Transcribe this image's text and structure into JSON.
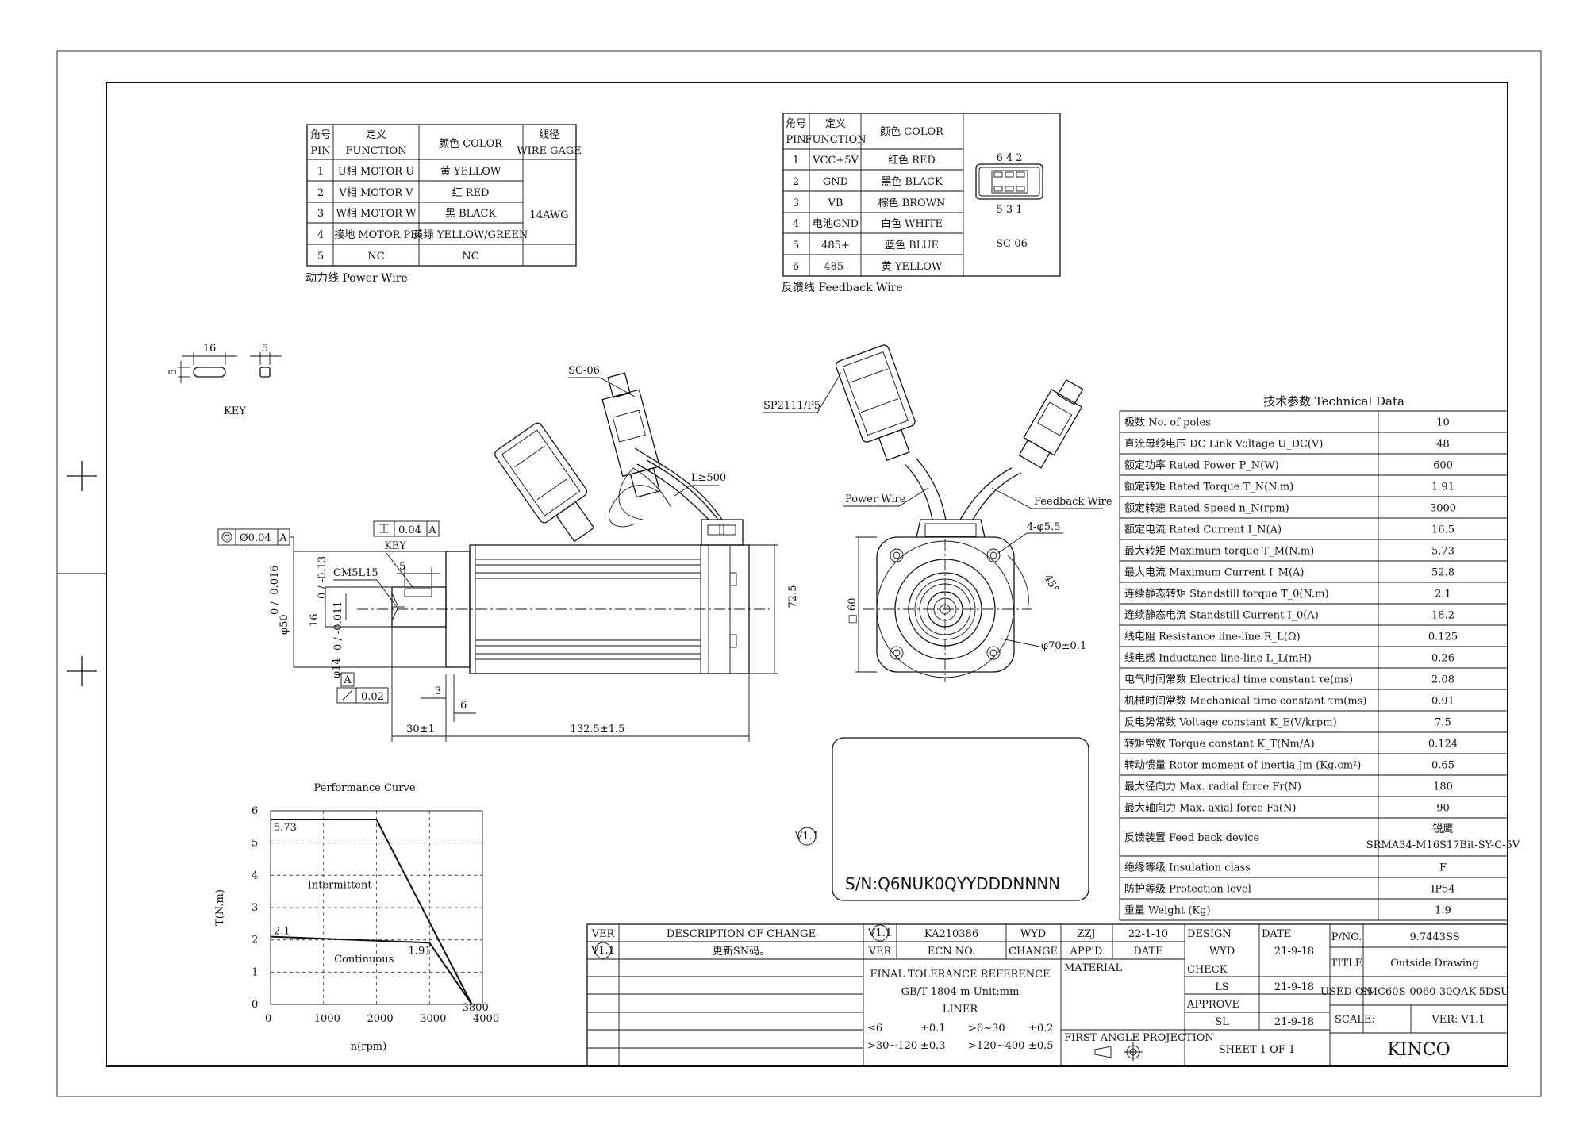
{
  "power_wire": {
    "headers": [
      "角号\nPIN",
      "定义\nFUNCTION",
      "颜色 COLOR",
      "线径\nWIRE GAGE"
    ],
    "rows": [
      [
        "1",
        "U相 MOTOR U",
        "黄 YELLOW"
      ],
      [
        "2",
        "V相 MOTOR V",
        "红 RED"
      ],
      [
        "3",
        "W相 MOTOR W",
        "黑 BLACK"
      ],
      [
        "4",
        "接地 MOTOR PE",
        "黄绿 YELLOW/GREEN"
      ],
      [
        "5",
        "NC",
        "NC"
      ]
    ],
    "gage": "14AWG",
    "caption": "动力线 Power Wire"
  },
  "feedback_wire": {
    "headers": [
      "角号\nPIN",
      "定义\nFUNCTION",
      "颜色 COLOR"
    ],
    "rows": [
      [
        "1",
        "VCC+5V",
        "红色 RED"
      ],
      [
        "2",
        "GND",
        "黑色 BLACK"
      ],
      [
        "3",
        "VB",
        "棕色 BROWN"
      ],
      [
        "4",
        "电池GND",
        "白色 WHITE"
      ],
      [
        "5",
        "485+",
        "蓝色  BLUE"
      ],
      [
        "6",
        "485-",
        "黄 YELLOW"
      ]
    ],
    "connector_top": "6  4  2",
    "connector_bottom": "5  3  1",
    "connector_name": "SC-06",
    "caption": "反馈线 Feedback Wire"
  },
  "key": {
    "len": "16",
    "w1": "5",
    "w2": "5",
    "label": "KEY"
  },
  "side_view": {
    "sc06": "SC-06",
    "cable_len": "L≥500",
    "runout": "0.04",
    "runout_ref": "A",
    "key_tol": "0.04",
    "key_ref": "A",
    "key_label": "KEY",
    "key_w": "5",
    "thread": "CM5L15",
    "dia50": "φ50",
    "dia50_tol": "0\n-0.016",
    "dia16": "16",
    "dia16_tol": "0\n-0.13",
    "dia14": "φ14",
    "dia14_tol": "0\n-0.011",
    "height": "72.5",
    "datum": "A",
    "perp": "0.02",
    "d3": "3",
    "d6": "6",
    "d30": "30±1",
    "d132": "132.5±1.5"
  },
  "front_view": {
    "connector": "SP2111/P5",
    "power_wire": "Power Wire",
    "feedback_wire": "Feedback Wire",
    "holes": "4-φ5.5",
    "angle": "45°",
    "pcd": "φ70±0.1",
    "square": "□ 60"
  },
  "sn": {
    "text": "S/N:Q6NUK0QYYDDDNNNN",
    "rev_mark": "V1.1"
  },
  "tech_data": {
    "title": "技术参数 Technical Data",
    "rows": [
      [
        "极数 No. of poles",
        "10"
      ],
      [
        "直流母线电压 DC Link Voltage U_DC(V)",
        "48"
      ],
      [
        "额定功率 Rated Power   P_N(W)",
        "600"
      ],
      [
        "额定转矩 Rated Torque  T_N(N.m)",
        "1.91"
      ],
      [
        "额定转速 Rated Speed   n_N(rpm)",
        "3000"
      ],
      [
        "额定电流 Rated Current   I_N(A)",
        "16.5"
      ],
      [
        "最大转矩 Maximum torque  T_M(N.m)",
        "5.73"
      ],
      [
        "最大电流 Maximum Current   I_M(A)",
        "52.8"
      ],
      [
        "连续静态转矩 Standstill torque  T_0(N.m)",
        "2.1"
      ],
      [
        "连续静态电流 Standstill Current   I_0(A)",
        "18.2"
      ],
      [
        "线电阻 Resistance line-line  R_L(Ω)",
        "0.125"
      ],
      [
        "线电感 Inductance line-line  L_L(mH)",
        "0.26"
      ],
      [
        "电气时间常数 Electrical time constant τe(ms)",
        "2.08"
      ],
      [
        "机械时间常数 Mechanical time constant τm(ms)",
        "0.91"
      ],
      [
        "反电势常数 Voltage constant K_E(V/krpm)",
        "7.5"
      ],
      [
        "转矩常数   Torque  constant K_T(Nm/A)",
        "0.124"
      ],
      [
        "转动惯量 Rotor moment of inertia Jm (Kg.cm²)",
        "0.65"
      ],
      [
        "最大径向力 Max. radial force  Fr(N)",
        "180"
      ],
      [
        "最大轴向力 Max. axial  force  Fa(N)",
        "90"
      ],
      [
        "反馈装置 Feed back device",
        "锐鹰\nSRMA34-M16S17Bit-SY-C-5V"
      ],
      [
        "绝缘等级 Insulation class",
        "F"
      ],
      [
        "防护等级 Protection level",
        "IP54"
      ],
      [
        "重量 Weight (Kg)",
        "1.9"
      ]
    ]
  },
  "chart_data": {
    "type": "line",
    "title": "Performance Curve",
    "xlabel": "n(rpm)",
    "ylabel": "T(N.m)",
    "xlim": [
      0,
      4000
    ],
    "ylim": [
      0,
      6
    ],
    "x_ticks": [
      "0",
      "1000",
      "2000",
      "3000",
      "4000"
    ],
    "y_ticks": [
      "0",
      "1",
      "2",
      "3",
      "4",
      "5",
      "6"
    ],
    "series": [
      {
        "x": [
          0,
          2000,
          3800
        ],
        "y": [
          5.73,
          5.73,
          0
        ]
      },
      {
        "x": [
          0,
          3000,
          3800
        ],
        "y": [
          2.1,
          1.91,
          0
        ]
      }
    ],
    "annotations": [
      "5.73",
      "2.1",
      "1.91",
      "3800",
      "Intermittent",
      "Continuous"
    ],
    "grid": true
  },
  "title_block": {
    "rev_header": [
      "VER",
      "DESCRIPTION OF CHANGE",
      "V1.1",
      "KA210386",
      "WYD",
      "ZZJ",
      "22-1-10"
    ],
    "rev_row": [
      "V1.1",
      "更新SN码。",
      "VER",
      "ECN NO.",
      "CHANGE",
      "APP'D",
      "DATE"
    ],
    "tolerance": [
      "FINAL TOLERANCE REFERENCE",
      "GB/T 1804-m Unit:mm",
      "LINER"
    ],
    "tol_rows": [
      [
        "≤6",
        "±0.1",
        ">6~30",
        "±0.2"
      ],
      [
        ">30~120",
        "±0.3",
        ">120~400",
        "±0.5"
      ]
    ],
    "material": "MATERIAL",
    "projection": "FIRST ANGLE PROJECTION",
    "design_label": "DESIGN",
    "date_label": "DATE",
    "design": [
      "WYD",
      "21-9-18"
    ],
    "check_label": "CHECK",
    "check": [
      "LS",
      "21-9-18"
    ],
    "approve_label": "APPROVE",
    "approve": [
      "SL",
      "21-9-18"
    ],
    "sheet": "SHEET  1  OF  1",
    "pno_label": "P/NO.",
    "pno": "9.7443SS",
    "title_label": "TITLE",
    "title": "Outside Drawing",
    "used_label": "USED ON",
    "used": "SMC60S-0060-30QAK-5DSU",
    "scale_label": "SCALE:",
    "ver": "VER: V1.1",
    "company": "KINCO"
  }
}
